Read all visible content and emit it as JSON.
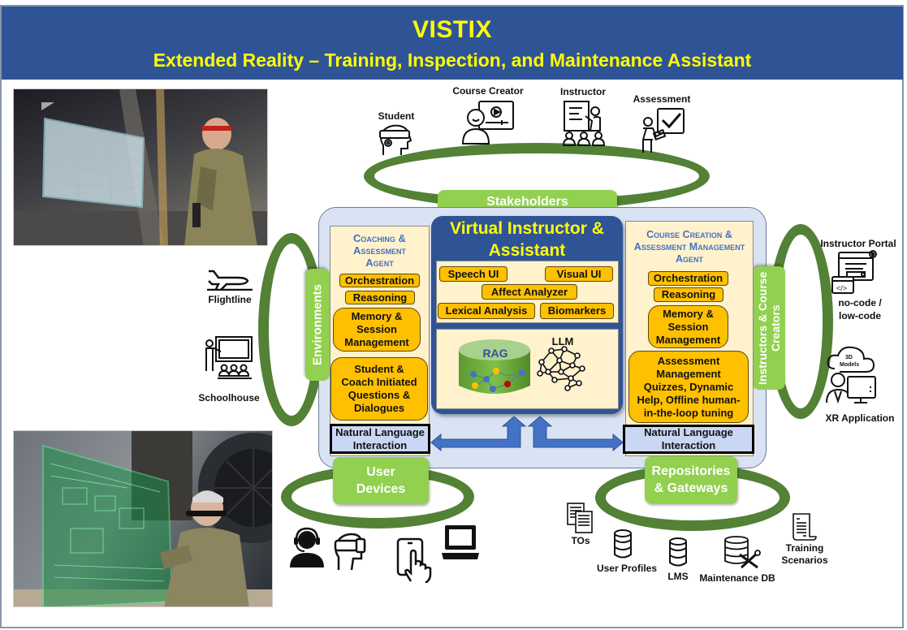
{
  "header": {
    "title": "VISTIX",
    "subtitle": "Extended Reality – Training, Inspection, and Maintenance Assistant"
  },
  "photos": [
    {
      "name": "technician-with-xr-headband-photo",
      "description": "Airman viewing holographic form panel in hangar"
    },
    {
      "name": "technician-with-xr-glasses-photo",
      "description": "Airman viewing green holographic schematic at aircraft engine"
    }
  ],
  "stakeholders": {
    "label": "Stakeholders",
    "items": [
      {
        "label": "Student",
        "icon": "vr-headset-person-icon"
      },
      {
        "label": "Course Creator",
        "icon": "video-course-creator-icon"
      },
      {
        "label": "Instructor",
        "icon": "presenter-class-icon"
      },
      {
        "label": "Assessment",
        "icon": "checkmark-board-icon"
      }
    ]
  },
  "environments": {
    "label": "Environments",
    "items": [
      {
        "label": "Flightline",
        "icon": "airplane-icon"
      },
      {
        "label": "Schoolhouse",
        "icon": "classroom-icon"
      }
    ]
  },
  "instructors": {
    "label": "Instructors & Course Creators",
    "items": [
      {
        "label": "Instructor Portal",
        "icon": "web-portal-icon"
      },
      {
        "label": "no-code / low-code",
        "icon": ""
      },
      {
        "label": "XR Application",
        "icon": "3d-models-cloud-icon",
        "cloud_text": "3D Models"
      }
    ]
  },
  "coaching_agent": {
    "title_lines": [
      "Coaching &",
      "Assessment",
      "Agent"
    ],
    "orchestration": "Orchestration",
    "reasoning": "Reasoning",
    "memory": [
      "Memory &",
      "Session",
      "Management"
    ],
    "dialogues": [
      "Student &",
      "Coach Initiated",
      "Questions &",
      "Dialogues"
    ],
    "nli": [
      "Natural Language",
      "Interaction"
    ]
  },
  "virtual_instructor": {
    "title_lines": [
      "Virtual Instructor &",
      "Assistant"
    ],
    "chips": {
      "speech_ui": "Speech UI",
      "visual_ui": "Visual UI",
      "affect_analyzer": "Affect Analyzer",
      "lexical_analysis": "Lexical Analysis",
      "biomarkers": "Biomarkers"
    },
    "rag": "RAG",
    "llm": "LLM"
  },
  "course_agent": {
    "title_lines": [
      "Course Creation &",
      "Assessment Management",
      "Agent"
    ],
    "orchestration": "Orchestration",
    "reasoning": "Reasoning",
    "memory": [
      "Memory &",
      "Session",
      "Management"
    ],
    "assessment": [
      "Assessment",
      "Management",
      "Quizzes, Dynamic",
      "Help, Offline human-",
      "in-the-loop tuning"
    ],
    "nli": [
      "Natural Language",
      "Interaction"
    ]
  },
  "user_devices": {
    "label_lines": [
      "User",
      "Devices"
    ],
    "icons": [
      "headset-user-icon",
      "vr-headset-icon",
      "tablet-touch-icon",
      "laptop-icon"
    ]
  },
  "repositories": {
    "label_lines": [
      "Repositories",
      "& Gateways"
    ],
    "items": [
      {
        "label": "TOs",
        "icon": "documents-icon"
      },
      {
        "label": "User Profiles",
        "icon": "database-icon"
      },
      {
        "label": "LMS",
        "icon": "database-icon"
      },
      {
        "label": "Maintenance DB",
        "icon": "server-tools-icon"
      },
      {
        "label": "Training Scenarios",
        "icon": "script-scroll-icon"
      }
    ]
  },
  "colors": {
    "header_bg": "#2f5496",
    "header_text": "#ffff00",
    "ring": "#538135",
    "pill": "#92d050",
    "chip": "#ffc000",
    "panel": "#fff2cc",
    "core_bg": "#dae3f3",
    "agent_title": "#4472c4",
    "nli_bg": "#c9d7f4",
    "arrow": "#4472c4"
  }
}
